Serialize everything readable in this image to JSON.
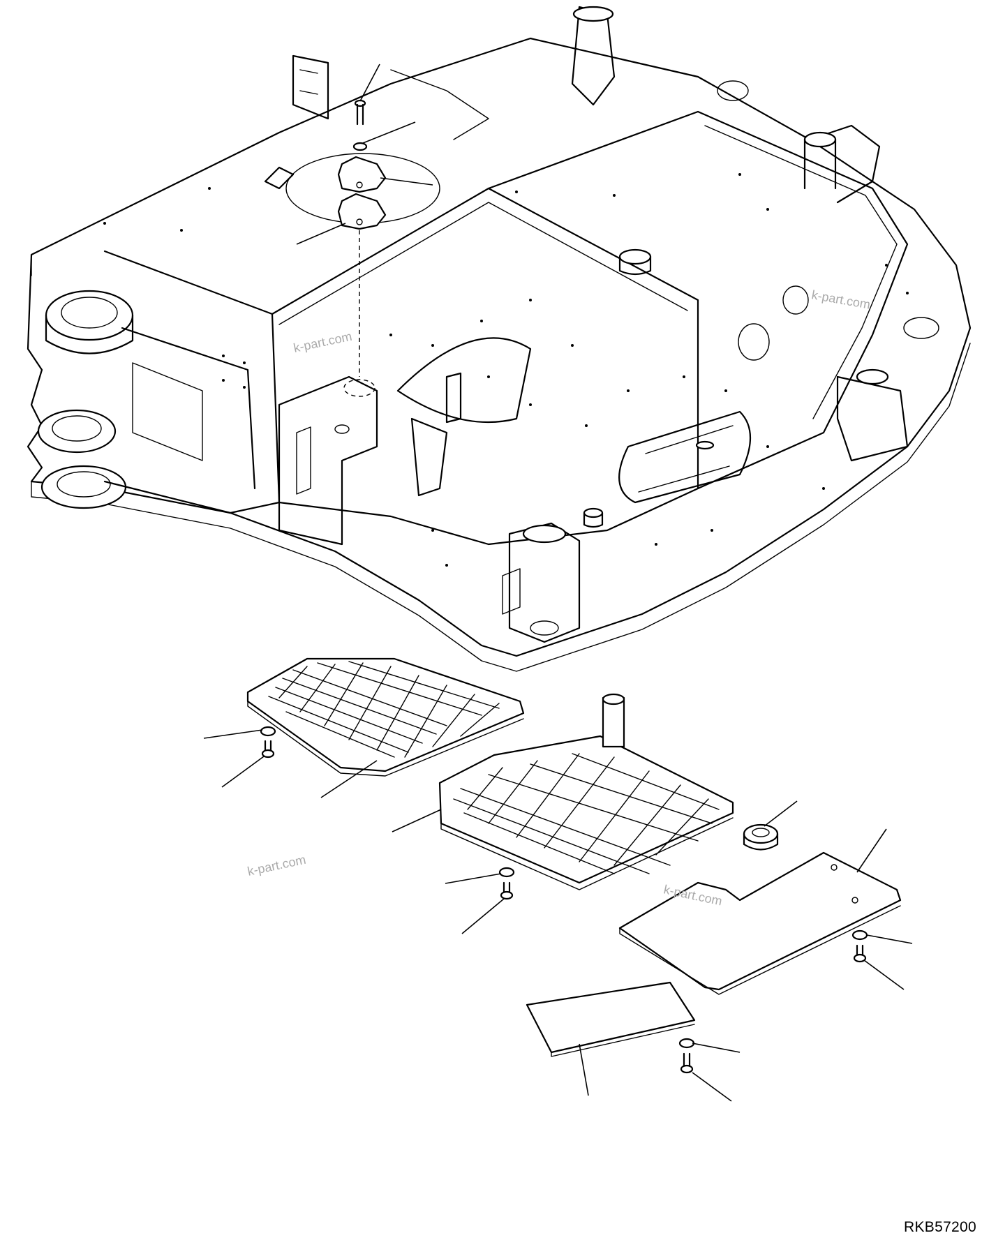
{
  "drawing": {
    "code": "RKB57200",
    "watermarks": [
      "k-part.com",
      "k-part.com",
      "k-part.com",
      "k-part.com"
    ]
  }
}
